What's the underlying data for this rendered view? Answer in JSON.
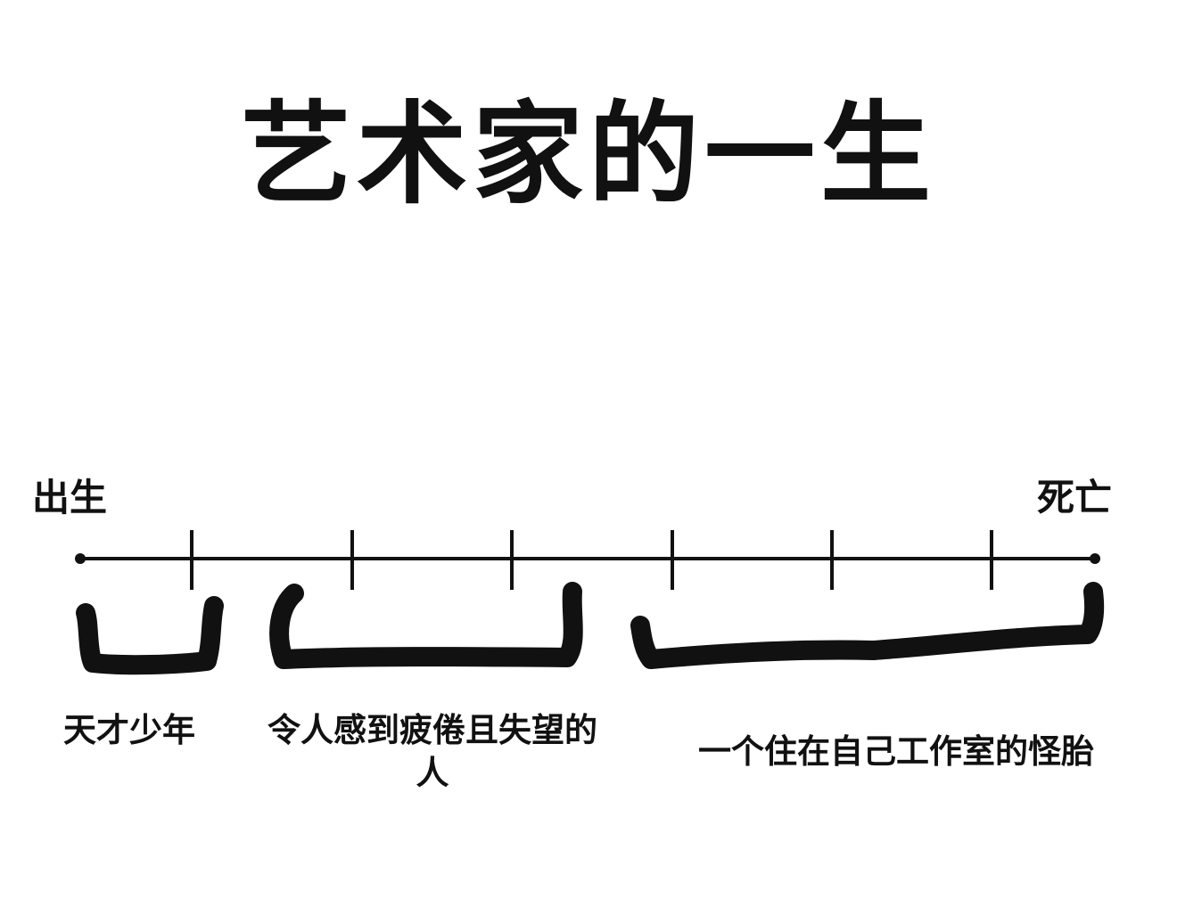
{
  "title": "艺术家的一生",
  "timeline": {
    "start_label": "出生",
    "end_label": "死亡",
    "tick_count": 6,
    "line_color": "#111111"
  },
  "stages": [
    {
      "label": "天才少年"
    },
    {
      "label": "令人感到疲倦且失望的人"
    },
    {
      "label": "一个住在自己工作室的怪胎"
    }
  ]
}
